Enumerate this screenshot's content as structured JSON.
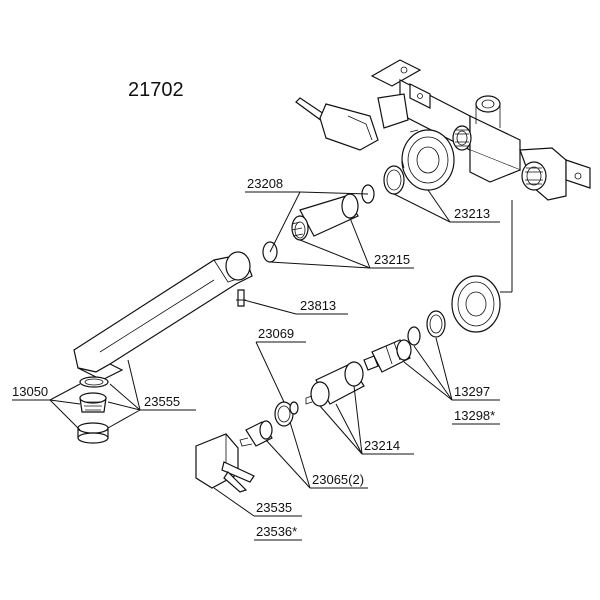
{
  "diagram": {
    "model_number": "21702",
    "labels": {
      "p23208": "23208",
      "p23213": "23213",
      "p23215": "23215",
      "p23813": "23813",
      "p23069": "23069",
      "p13050": "13050",
      "p23555": "23555",
      "p13297": "13297",
      "p13298": "13298*",
      "p23214": "23214",
      "p23065": "23065(2)",
      "p23535": "23535",
      "p23536": "23536*"
    }
  }
}
